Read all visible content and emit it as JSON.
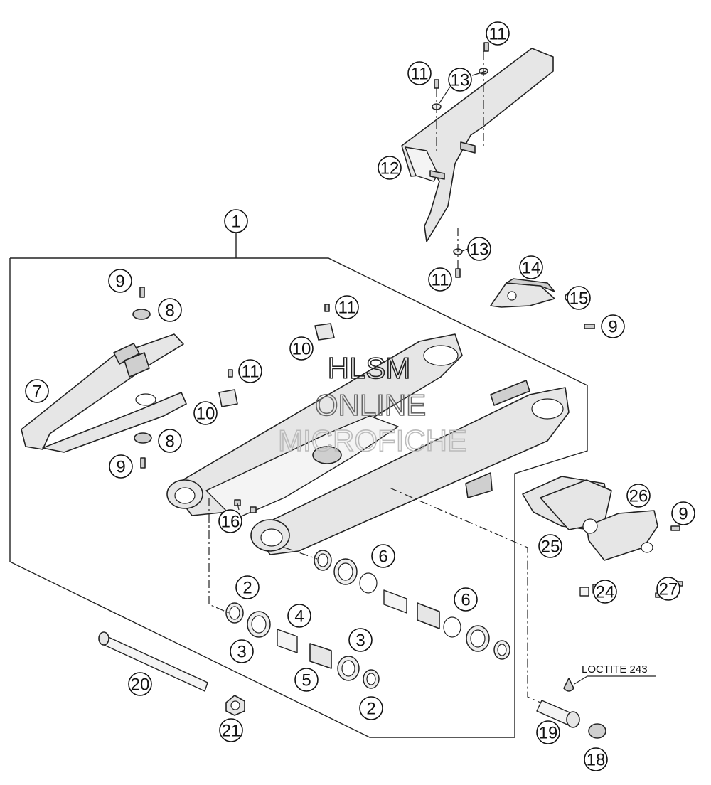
{
  "callouts": [
    "1",
    "2",
    "3",
    "4",
    "5",
    "6",
    "7",
    "8",
    "9",
    "10",
    "11",
    "12",
    "13",
    "14",
    "15",
    "16",
    "18",
    "19",
    "20",
    "21",
    "24",
    "25",
    "26",
    "27"
  ],
  "annotation": {
    "loctite": "LOCTITE 243"
  },
  "watermark": {
    "line1": "HLSM",
    "line2": "ONLINE",
    "line3": "MICROFICHE"
  }
}
